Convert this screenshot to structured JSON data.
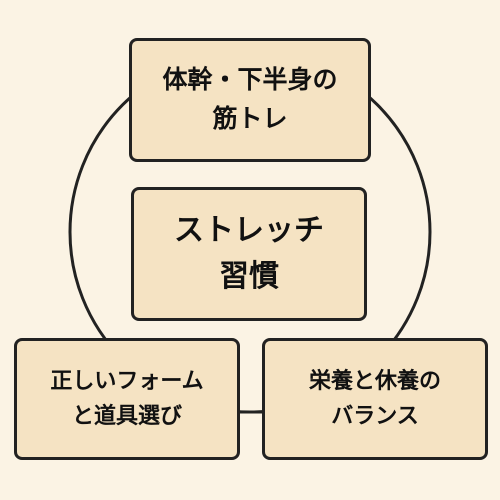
{
  "diagram": {
    "center": {
      "line1": "ストレッチ",
      "line2": "習慣"
    },
    "nodes": [
      {
        "line1": "体幹・下半身の",
        "line2": "筋トレ"
      },
      {
        "line1": "正しいフォーム",
        "line2": "と道具選び"
      },
      {
        "line1": "栄養と休養の",
        "line2": "バランス"
      }
    ]
  },
  "colors": {
    "background": "#fbf3e4",
    "box_fill": "#f5e3c3",
    "border": "#222222",
    "text": "#111111"
  }
}
